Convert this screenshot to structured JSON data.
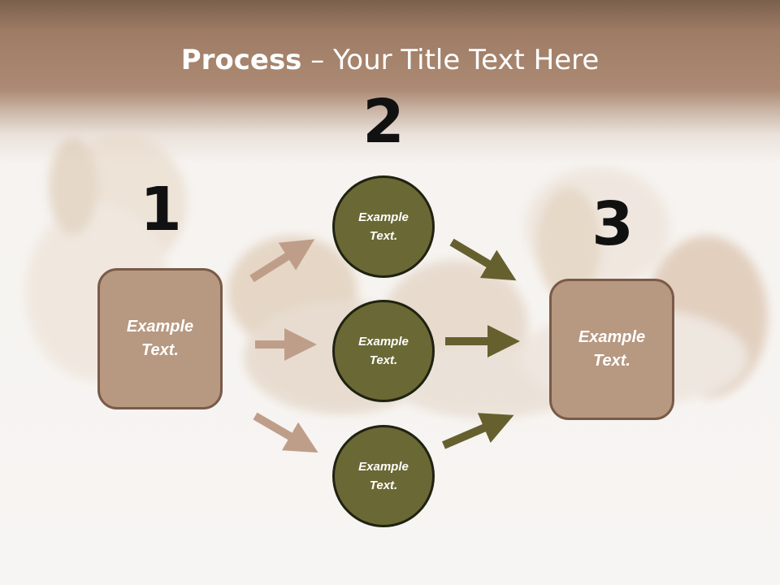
{
  "title": {
    "bold": "Process",
    "rest": " – Your Title Text Here"
  },
  "numbers": {
    "one": "1",
    "two": "2",
    "three": "3"
  },
  "left_box": {
    "line1": "Example",
    "line2": "Text."
  },
  "circles": [
    {
      "line1": "Example",
      "line2": "Text."
    },
    {
      "line1": "Example",
      "line2": "Text."
    },
    {
      "line1": "Example",
      "line2": "Text."
    }
  ],
  "right_box": {
    "line1": "Example",
    "line2": "Text."
  },
  "colors": {
    "header_brown": "#a27f68",
    "box_fill": "#b79881",
    "box_border": "#7a5a48",
    "circle_fill": "#6a6834",
    "circle_border": "#1f2210",
    "arrow_left": "#bf9e89",
    "arrow_right": "#66602f"
  },
  "background_image": "puppies"
}
